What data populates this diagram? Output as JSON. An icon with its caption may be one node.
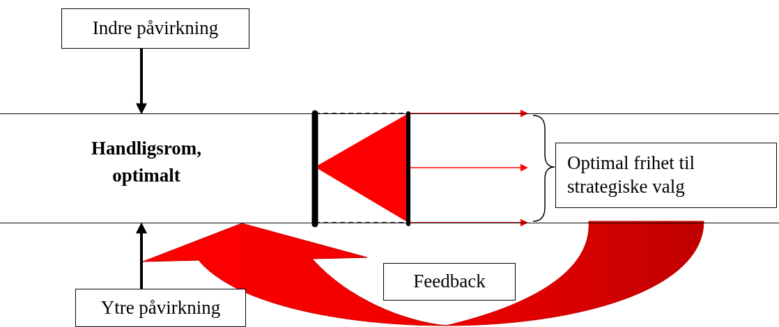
{
  "diagram": {
    "nodes": [
      {
        "text": [
          "Indre påvirkning"
        ]
      },
      {
        "text": [
          "Handligsrom, optimalt"
        ]
      },
      {
        "text": [
          "Optimal frihet til strategiske valg"
        ],
        "in": 1
      },
      {
        "text": [
          "Feedback"
        ]
      },
      {
        "text": [
          "Ytre påvirkning"
        ]
      },
      {
        "text": [],
        "shape": "triangle",
        "in": 1
      }
    ],
    "edges": [
      {
        "from": 0,
        "to": 1,
        "arrow": "to",
        "style": "thick",
        "color": "#000000"
      },
      {
        "from": 4,
        "to": 1,
        "arrow": "to",
        "style": "thick",
        "color": "#000000"
      },
      {
        "from": 5,
        "to": 2,
        "arrow": "to",
        "color": "#ff0000"
      },
      {
        "from": 5,
        "to": 2,
        "arrow": "to",
        "color": "#ff0000"
      },
      {
        "from": 5,
        "to": 2,
        "arrow": "to",
        "color": "#ff0000"
      },
      {
        "from": null,
        "to": 1,
        "arrow": "to",
        "style": "thick",
        "color": "#ff0000"
      }
    ]
  }
}
